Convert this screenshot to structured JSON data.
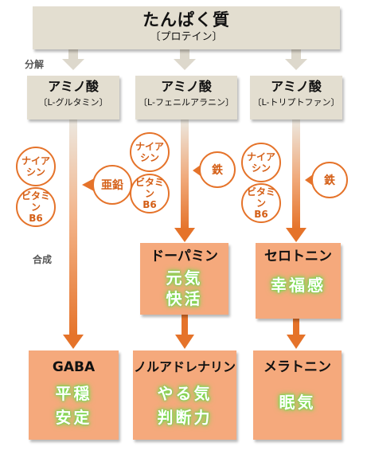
{
  "protein": {
    "title": "たんぱく質",
    "subtitle": "〔プロテイン〕"
  },
  "labels": {
    "bunkai": "分解",
    "gousei": "合成"
  },
  "amino_acids": [
    {
      "title": "アミノ酸",
      "subtitle": "〔L-グルタミン〕"
    },
    {
      "title": "アミノ酸",
      "subtitle": "〔L-フェニルアラニン〕"
    },
    {
      "title": "アミノ酸",
      "subtitle": "〔L-トリプトファン〕"
    }
  ],
  "vitamins": {
    "niacin": "ナイア\nシン",
    "b6": "ビタミン\nB6"
  },
  "minerals": {
    "zinc": "亜鉛",
    "iron1": "鉄",
    "iron2": "鉄"
  },
  "outputs": {
    "dopamine": {
      "title": "ドーパミン",
      "effects": [
        "元気",
        "快活"
      ]
    },
    "serotonin": {
      "title": "セロトニン",
      "effects": [
        "幸福感"
      ]
    },
    "gaba": {
      "title": "GABA",
      "effects": [
        "平穏",
        "安定"
      ]
    },
    "noradrenaline": {
      "title": "ノルアドレナリン",
      "effects": [
        "やる気",
        "判断力"
      ]
    },
    "melatonin": {
      "title": "メラトニン",
      "effects": [
        "眠気"
      ]
    }
  },
  "colors": {
    "accent": "#e5732a",
    "box_beige": "#e3ded0",
    "box_orange": "#f5a97c",
    "glow": "#6fe14d"
  }
}
